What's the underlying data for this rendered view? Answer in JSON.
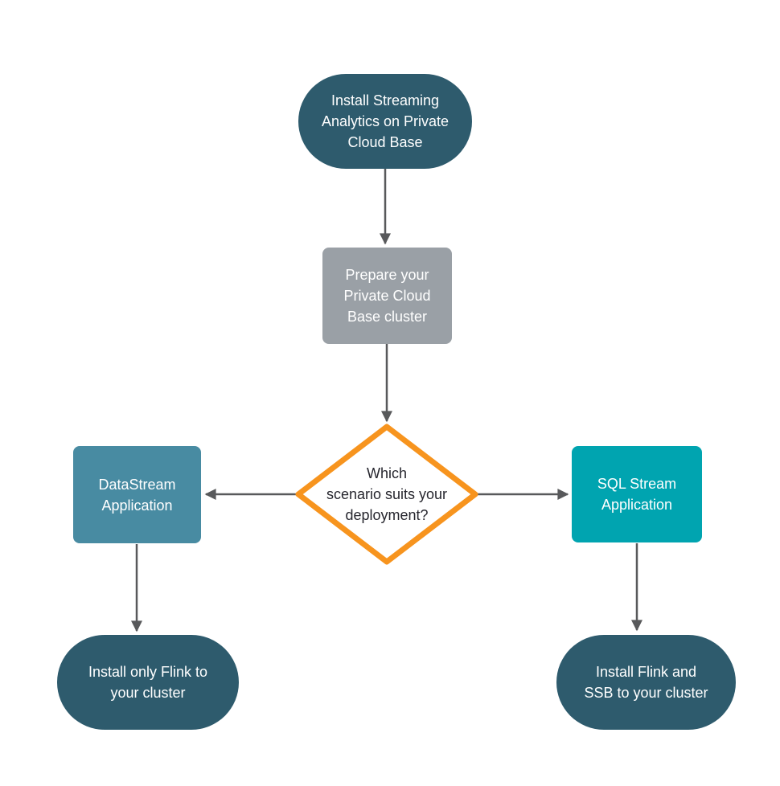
{
  "diagram": {
    "title": "Streaming Analytics installation decision flowchart",
    "nodes": {
      "start": {
        "label": "Install Streaming\nAnalytics on Private\nCloud Base",
        "type": "terminator",
        "color": "#2E5B6D",
        "text_color": "#FFFFFF"
      },
      "prepare": {
        "label": "Prepare your\nPrivate Cloud\nBase cluster",
        "type": "process",
        "color": "#9AA0A6",
        "text_color": "#FFFFFF"
      },
      "decision": {
        "label": "Which\nscenario suits your\ndeployment?",
        "type": "decision",
        "fill": "#FFFFFF",
        "border_color": "#F7941E",
        "text_color": "#26262E"
      },
      "datastream": {
        "label": "DataStream\nApplication",
        "type": "process",
        "color": "#488BA2",
        "text_color": "#FFFFFF"
      },
      "sqlstream": {
        "label": "SQL Stream\nApplication",
        "type": "process",
        "color": "#00A4B0",
        "text_color": "#FFFFFF"
      },
      "flink": {
        "label": "Install only Flink to\nyour cluster",
        "type": "terminator",
        "color": "#2E5B6D",
        "text_color": "#FFFFFF"
      },
      "flinkssb": {
        "label": "Install Flink and\nSSB to your cluster",
        "type": "terminator",
        "color": "#2E5B6D",
        "text_color": "#FFFFFF"
      }
    },
    "edges": [
      {
        "from": "start",
        "to": "prepare",
        "direction": "down"
      },
      {
        "from": "prepare",
        "to": "decision",
        "direction": "down"
      },
      {
        "from": "decision",
        "to": "datastream",
        "direction": "left"
      },
      {
        "from": "decision",
        "to": "sqlstream",
        "direction": "right"
      },
      {
        "from": "datastream",
        "to": "flink",
        "direction": "down"
      },
      {
        "from": "sqlstream",
        "to": "flinkssb",
        "direction": "down"
      }
    ],
    "arrow_color": "#58595B"
  }
}
